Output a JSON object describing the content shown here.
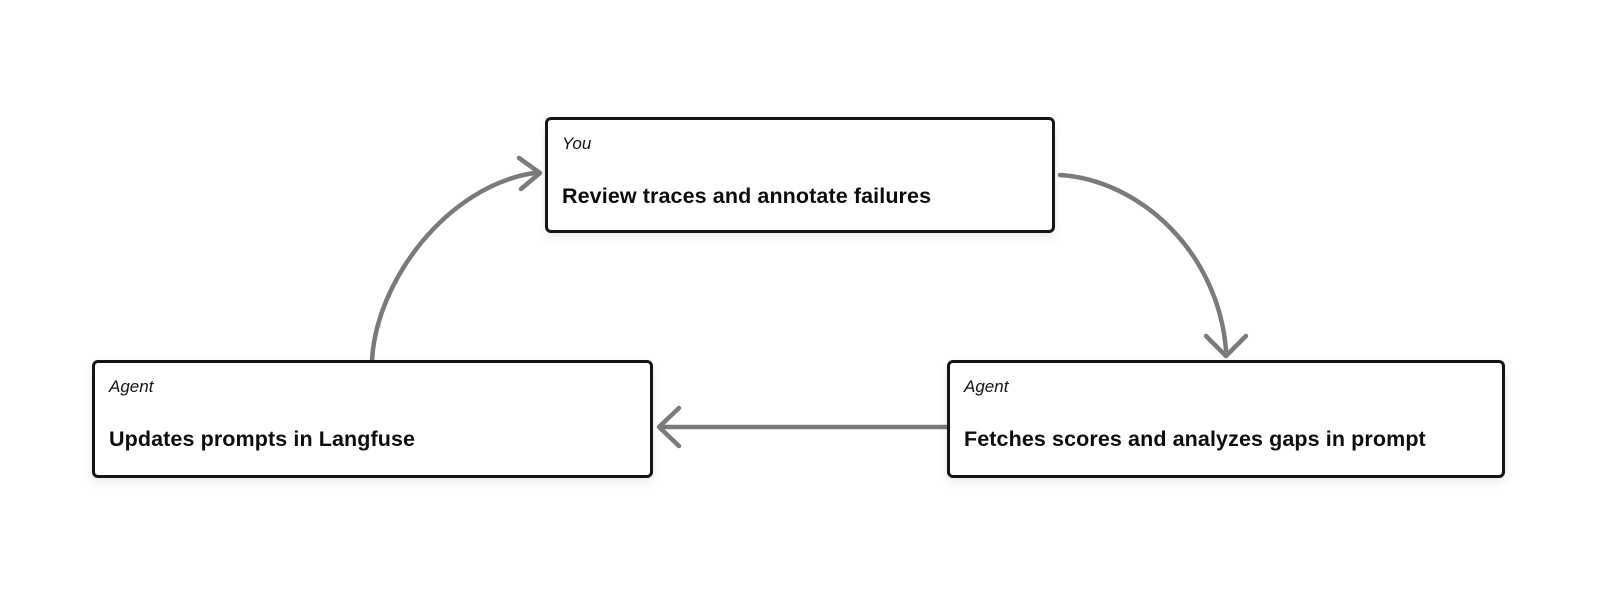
{
  "diagram": {
    "background_color": "#ffffff",
    "node_border_color": "#141414",
    "node_fill_color": "#ffffff",
    "arrow_color": "#7a7a7a",
    "nodes": [
      {
        "id": "you-review",
        "role_label": "You",
        "title": "Review traces and annotate failures"
      },
      {
        "id": "agent-updates",
        "role_label": "Agent",
        "title": "Updates prompts in Langfuse"
      },
      {
        "id": "agent-fetches",
        "role_label": "Agent",
        "title": "Fetches scores and analyzes gaps in prompt"
      }
    ],
    "arrows": [
      {
        "id": "updates-to-review",
        "from": "agent-updates",
        "to": "you-review"
      },
      {
        "id": "review-to-fetches",
        "from": "you-review",
        "to": "agent-fetches"
      },
      {
        "id": "fetches-to-updates",
        "from": "agent-fetches",
        "to": "agent-updates"
      }
    ]
  }
}
